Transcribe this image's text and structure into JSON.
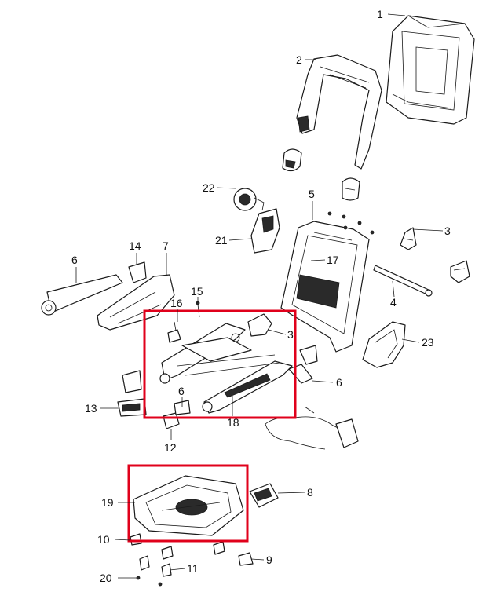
{
  "callouts": [
    {
      "text": "1"
    },
    {
      "text": "2"
    },
    {
      "text": "22"
    },
    {
      "text": "5"
    },
    {
      "text": "3"
    },
    {
      "text": "21"
    },
    {
      "text": "17"
    },
    {
      "text": "6"
    },
    {
      "text": "14"
    },
    {
      "text": "7"
    },
    {
      "text": "4"
    },
    {
      "text": "15"
    },
    {
      "text": "16"
    },
    {
      "text": "3"
    },
    {
      "text": "23"
    },
    {
      "text": "6"
    },
    {
      "text": "6"
    },
    {
      "text": "13"
    },
    {
      "text": "18"
    },
    {
      "text": "12"
    },
    {
      "text": "8"
    },
    {
      "text": "19"
    },
    {
      "text": "10"
    },
    {
      "text": "9"
    },
    {
      "text": "11"
    },
    {
      "text": "20"
    }
  ],
  "colors": {
    "highlight": "#e0001b",
    "line": "#1a1a1a",
    "background": "#ffffff"
  }
}
